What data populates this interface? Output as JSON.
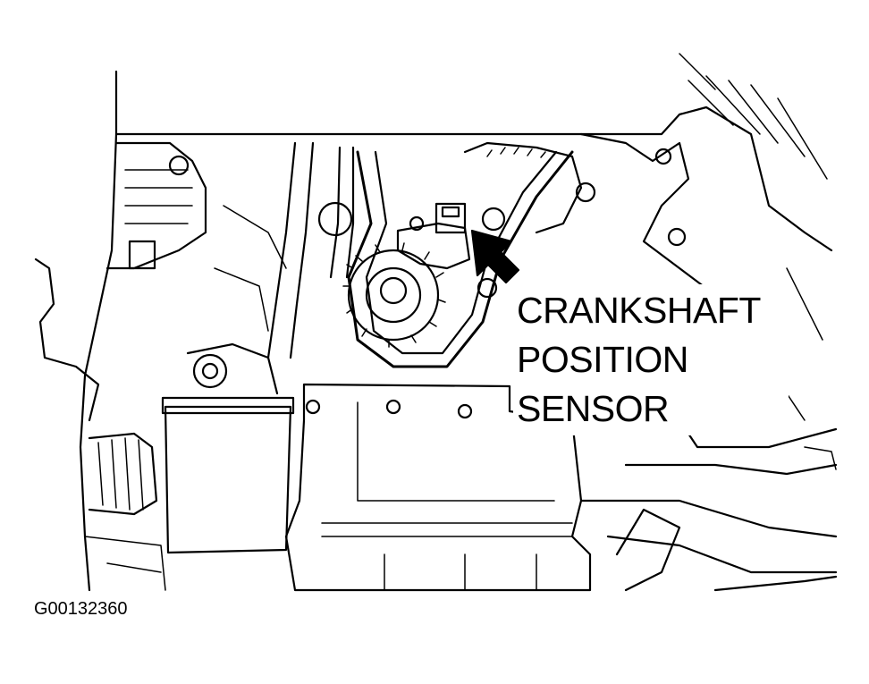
{
  "diagram": {
    "callout_lines": [
      "CRANKSHAFT",
      "POSITION",
      "SENSOR"
    ],
    "figure_id": "G00132360"
  },
  "colors": {
    "ink": "#000000",
    "paper": "#ffffff"
  },
  "icons": {
    "pointer": "arrow-pointer-icon"
  }
}
